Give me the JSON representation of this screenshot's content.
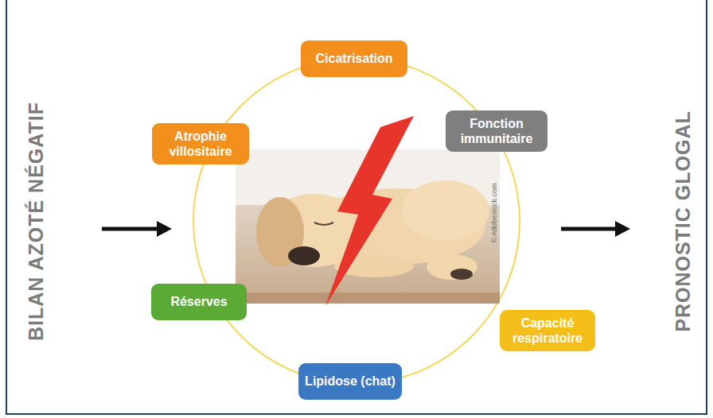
{
  "diagram": {
    "nodes": [
      {
        "text": [
          "Cicatrisation"
        ]
      },
      {
        "text": [
          "Atrophie villositaire"
        ]
      },
      {
        "text": [
          "Fonction immunitaire"
        ]
      },
      {
        "text": [
          "Réserves"
        ]
      },
      {
        "text": [
          "Capacité respiratoire"
        ]
      },
      {
        "text": [
          "Lipidose (chat)"
        ]
      }
    ],
    "labels": [
      "BILAN AZOTÉ NÉGATIF",
      "PRONOSTIC GLOGAL",
      "© Adobestock.com"
    ]
  }
}
